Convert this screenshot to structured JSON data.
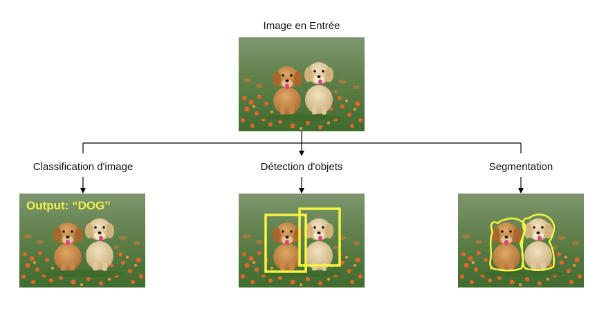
{
  "input": {
    "title": "Image en Entrée"
  },
  "tasks": [
    {
      "title": "Classification d'image",
      "output_text": "Output: “DOG”"
    },
    {
      "title": "Détection d'objets"
    },
    {
      "title": "Segmentation"
    }
  ],
  "colors": {
    "line": "#000000",
    "annotation": "#f5f542",
    "output_text": "#f2f24a",
    "grass": "#4f7a3a",
    "flowers": "#e0662a",
    "dog_golden": "#c98d4a",
    "dog_cream": "#e3cfa6"
  }
}
